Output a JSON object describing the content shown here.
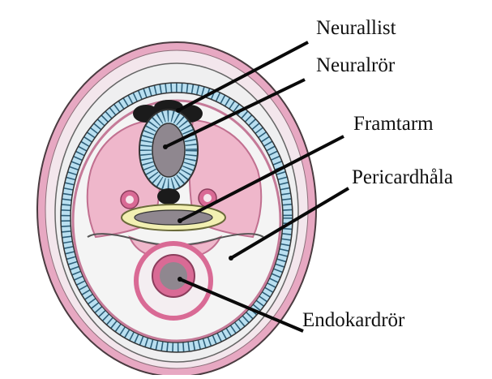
{
  "labels": {
    "neural_crest": "Neurallist",
    "neural_tube": "Neuralrör",
    "foregut": "Framtarm",
    "pericardial_cavity": "Pericardhåla",
    "endocardial_tube": "Endokardrör"
  },
  "colors": {
    "outer_ring": "#e7a8c2",
    "body_fill": "#efeff0",
    "cavity_fill": "#f4f4f4",
    "pink_tissue": "#efb7cb",
    "somite_blue": "#b9dff0",
    "neural_crest": "#1b1b1b",
    "neural_tube_fill": "#8f878f",
    "foregut_yellow": "#f2f0b2",
    "heart_pink": "#d96a95",
    "pointer_line": "#0a0a0a"
  }
}
